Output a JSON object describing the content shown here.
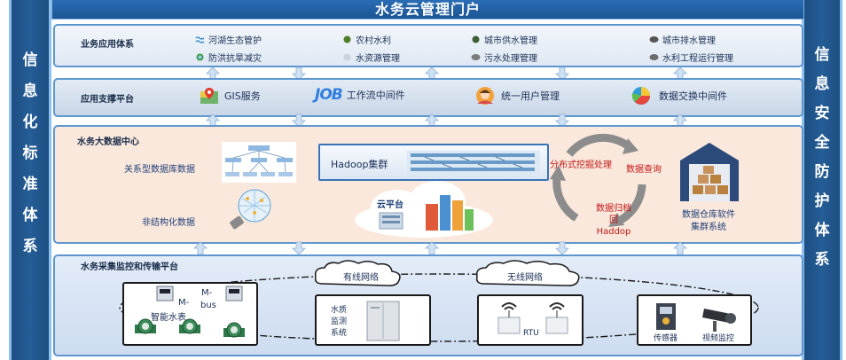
{
  "title": "水务云管理门户",
  "left_pillar": [
    "信",
    "息",
    "化",
    "标",
    "准",
    "体",
    "系"
  ],
  "right_pillar": [
    "信",
    "息",
    "安",
    "全",
    "防",
    "护",
    "体",
    "系"
  ],
  "business_layer": {
    "title": "业务应用体系",
    "items": [
      "河湖生态管护",
      "农村水利",
      "城市供水管理",
      "城市排水管理",
      "防洪抗旱减灾",
      "水资源管理",
      "污水处理管理",
      "水利工程运行管理"
    ]
  },
  "support_layer": {
    "title": "应用支撑平台",
    "items": [
      {
        "icon": "map-pin-icon",
        "label": "GIS服务"
      },
      {
        "icon": "job-logo",
        "logo_text": "JOB",
        "label": "工作流中间件"
      },
      {
        "icon": "user-avatar-icon",
        "label": "统一用户管理"
      },
      {
        "icon": "pie-chart-icon",
        "label": "数据交换中间件"
      }
    ]
  },
  "datacenter_layer": {
    "title": "水务大数据中心",
    "relational_db": "关系型数据库数据",
    "unstructured": "非结构化数据",
    "hadoop": "Hadoop集群",
    "cloud": "云平台",
    "distributed": "分布式挖掘处理",
    "query": "数据查询",
    "archive": [
      "数据归档",
      "回",
      "Haddop"
    ],
    "warehouse": [
      "数据仓库软件",
      "集群系统"
    ]
  },
  "collection_layer": {
    "title": "水务采集监控和传输平台",
    "wired": "有线网络",
    "wireless": "无线网络",
    "mbus_a": "M-",
    "mbus_b": "M-",
    "mbus_c": "bus",
    "smart_meter": "智能水表",
    "water_quality": [
      "水质",
      "监测",
      "系统"
    ],
    "rtu": "RTU",
    "sensor": "传感器",
    "video": "视频监控"
  }
}
